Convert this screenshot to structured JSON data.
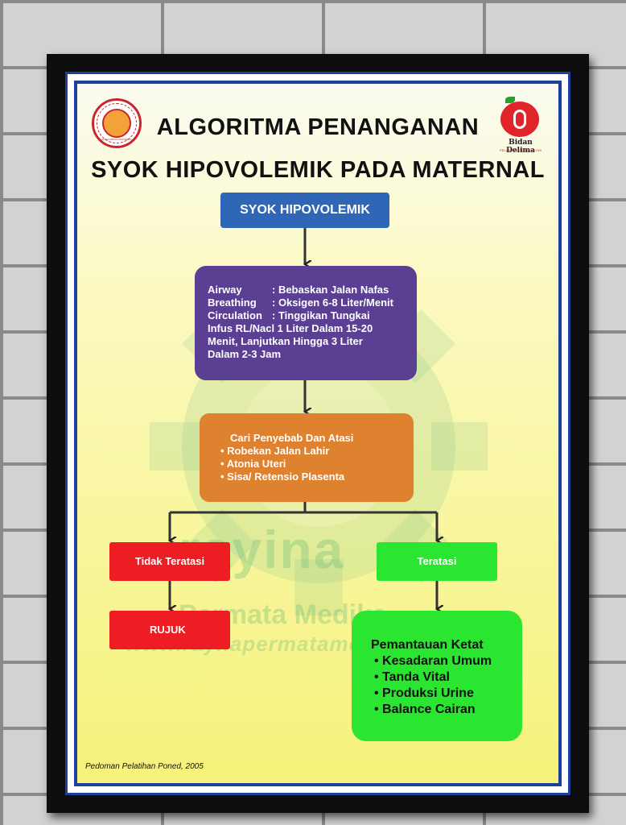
{
  "title_line1": "ALGORITMA PENANGANAN",
  "title_line2": "SYOK HIPOVOLEMIK PADA MATERNAL",
  "logo_left_text": "IKATAN BIDAN INDONESIA",
  "logo_right": {
    "name": "Bidan Delima",
    "tagline": "PELAYANAN BERKUALITAS"
  },
  "watermark": {
    "word": "rayina",
    "line2": "Permata Medika",
    "url": "www.raynapermatamedika.com"
  },
  "nodes": {
    "syok": "SYOK HIPOVOLEMIK",
    "abc": [
      {
        "label": "Airway",
        "value": ": Bebaskan Jalan Nafas"
      },
      {
        "label": "Breathing",
        "value": ": Oksigen 6-8 Liter/Menit"
      },
      {
        "label": "Circulation",
        "value": ": Tinggikan Tungkai"
      }
    ],
    "abc_extra": [
      "Infus RL/Nacl 1 Liter Dalam 15-20",
      "Menit, Lanjutkan Hingga 3 Liter",
      "Dalam 2-3 Jam"
    ],
    "cari_title": "Cari Penyebab Dan Atasi",
    "cari_items": [
      "Robekan Jalan Lahir",
      "Atonia Uteri",
      "Sisa/ Retensio Plasenta"
    ],
    "tidak_teratasi": "Tidak Teratasi",
    "teratasi": "Teratasi",
    "rujuk": "RUJUK",
    "pantau_title": "Pemantauan Ketat",
    "pantau_items": [
      "Kesadaran Umum",
      "Tanda Vital",
      "Produksi Urine",
      "Balance Cairan"
    ]
  },
  "footnote": "Pedoman Pelatihan Poned, 2005",
  "colors": {
    "blue": "#2f67b6",
    "purple": "#5a3f93",
    "orange": "#df8230",
    "red": "#ee1c23",
    "green": "#2be630",
    "frame_border": "#1d3f9c"
  }
}
